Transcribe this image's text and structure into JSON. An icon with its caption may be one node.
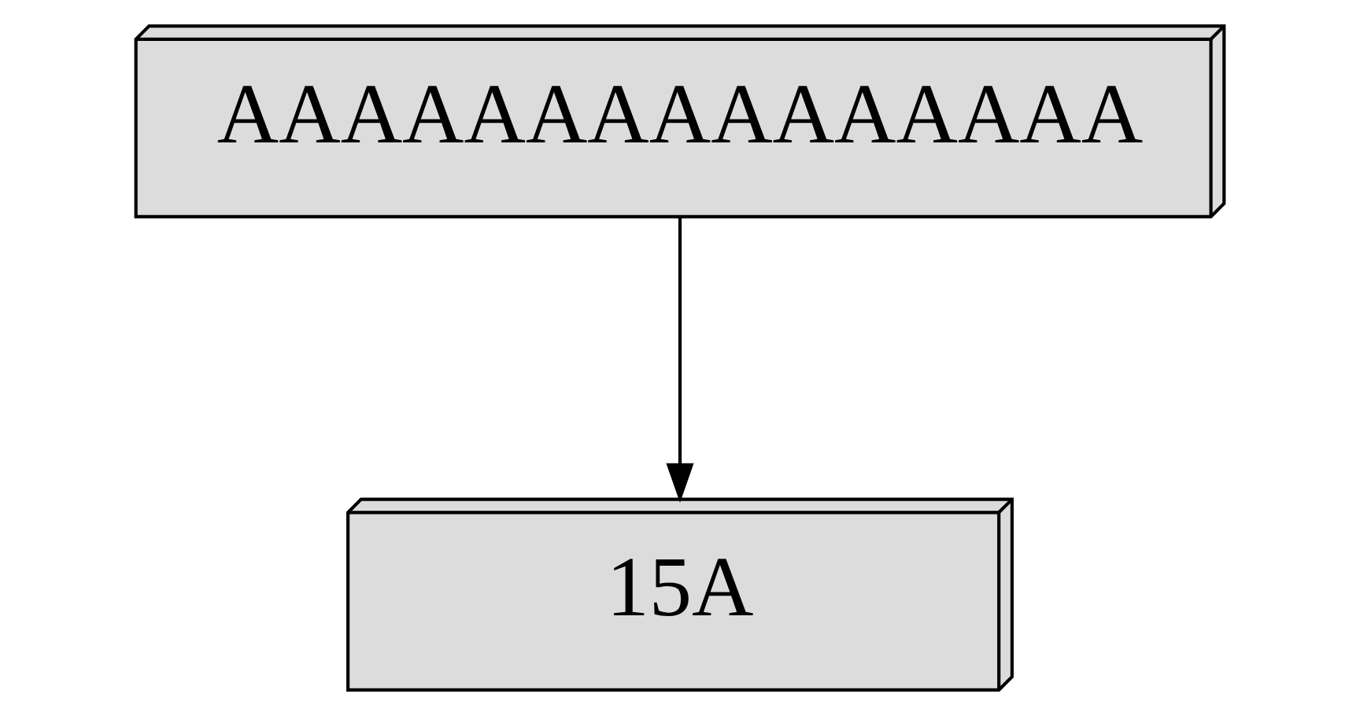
{
  "diagram": {
    "nodes": [
      {
        "text": [
          "AAAAAAAAAAAAAAA"
        ]
      },
      {
        "text": [
          "15A"
        ]
      }
    ],
    "edges": [
      {
        "from": 0,
        "to": 1,
        "arrow": "to"
      }
    ]
  }
}
